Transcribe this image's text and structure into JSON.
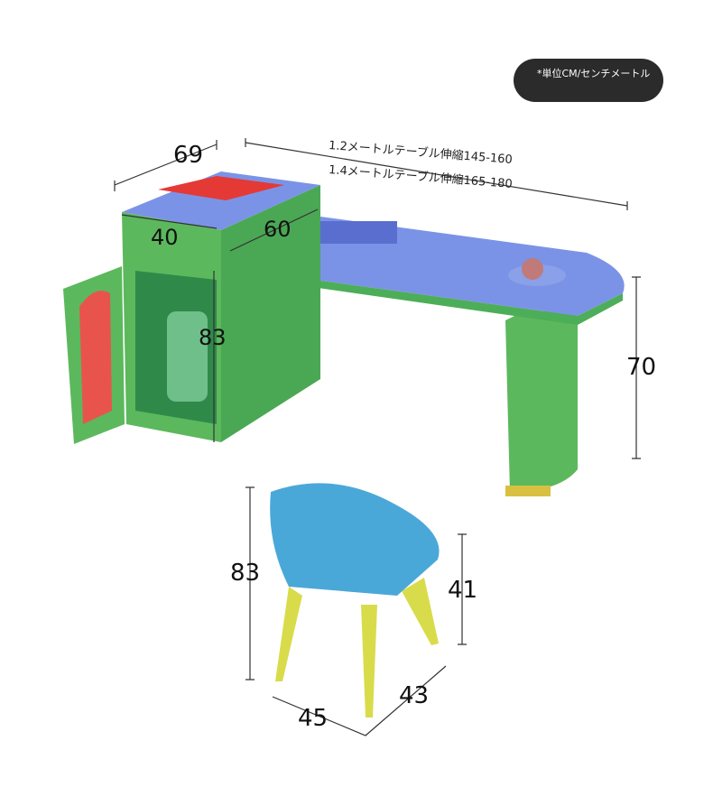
{
  "unit_note": "*単位CM/センチメートル",
  "table_sizes": [
    "1.2メートルテーブル伸縮145-160",
    "1.4メートルテーブル伸縮165-180"
  ],
  "cabinet": {
    "depth": "69",
    "inner_width": "40",
    "table_depth": "60",
    "height": "83"
  },
  "table": {
    "height": "70"
  },
  "chair": {
    "height": "83",
    "seat_height": "41",
    "width": "45",
    "depth": "43"
  },
  "colors": {
    "cabinet": "#5cb85c",
    "tabletop": "#7b93e6",
    "chair": "#4aa8d8",
    "legs": "#d8dc4a",
    "hob": "#e53935",
    "door_panel": "#e8544c"
  }
}
